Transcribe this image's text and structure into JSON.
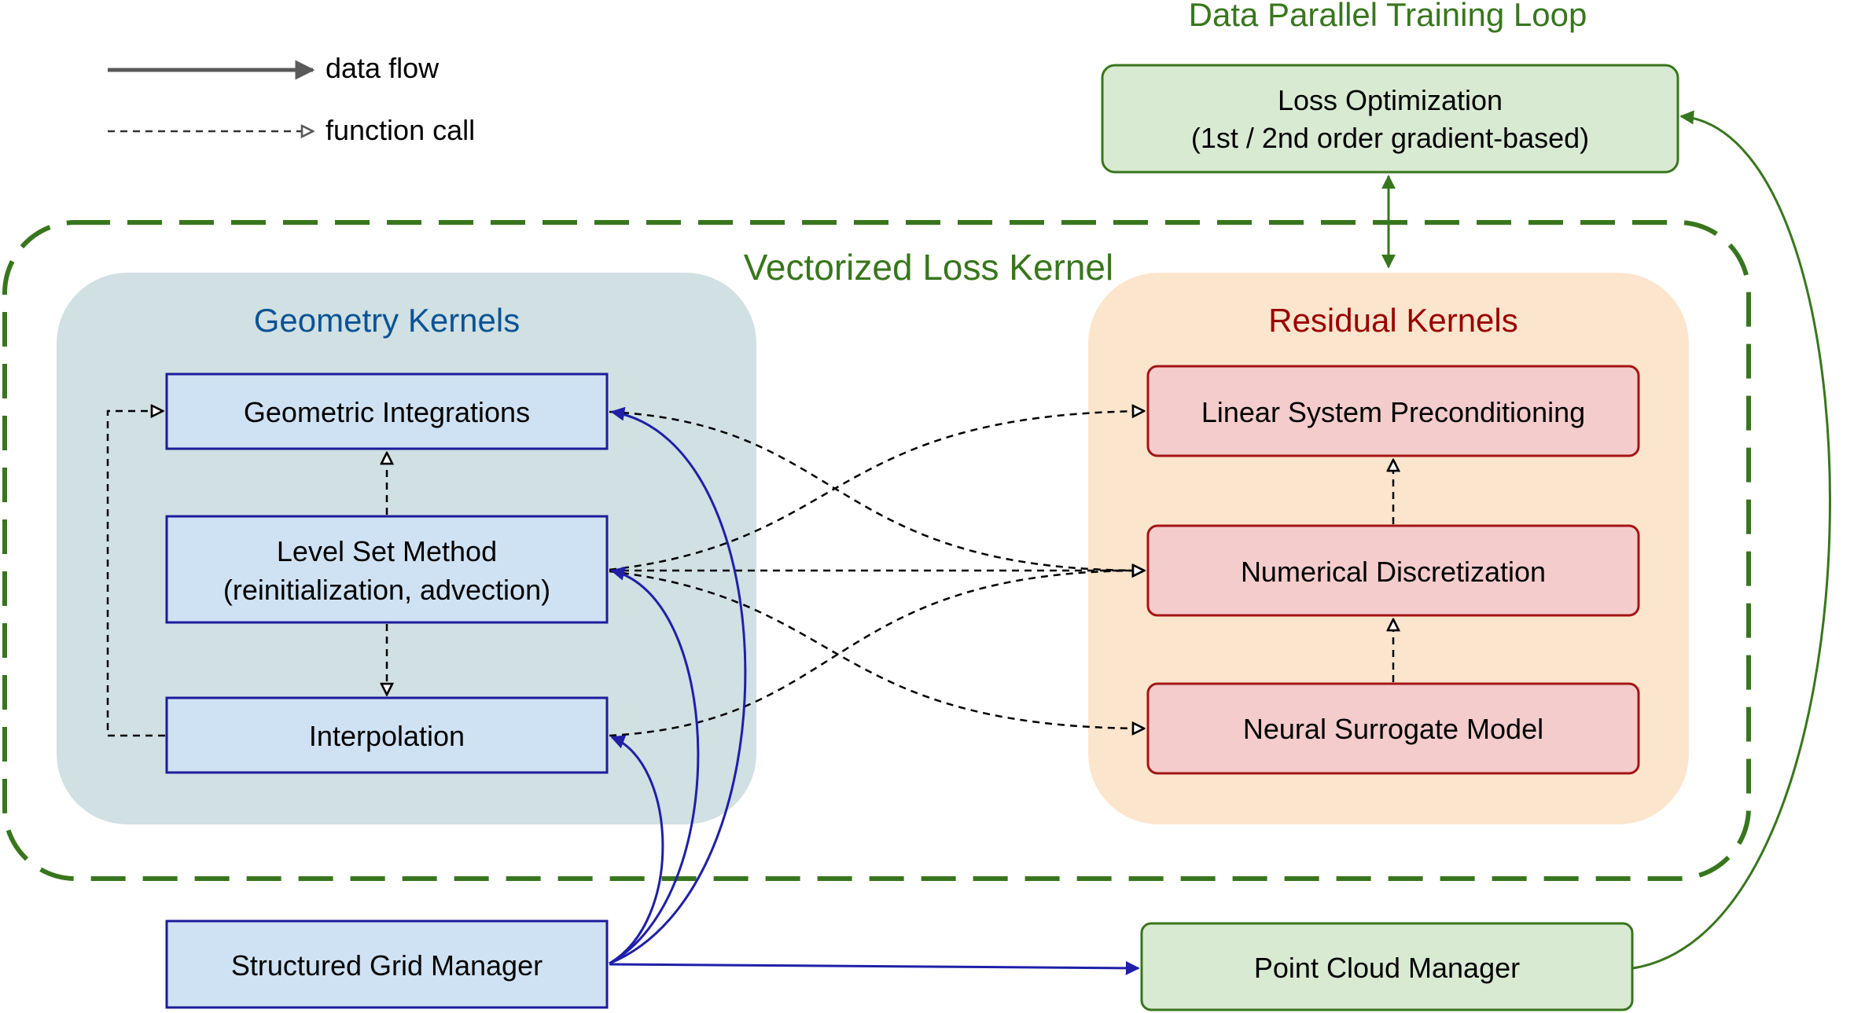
{
  "legend": {
    "data_flow": "data flow",
    "function_call": "function call"
  },
  "titles": {
    "training_loop": "Data Parallel Training Loop",
    "loss_kernel": "Vectorized Loss Kernel",
    "geometry_kernels": "Geometry Kernels",
    "residual_kernels": "Residual Kernels"
  },
  "nodes": {
    "loss_optimization": {
      "line1": "Loss Optimization",
      "line2": "(1st / 2nd order gradient-based)"
    },
    "geometric_integrations": "Geometric Integrations",
    "level_set": {
      "line1": "Level Set Method",
      "line2": "(reinitialization, advection)"
    },
    "interpolation": "Interpolation",
    "linear_system": "Linear System Preconditioning",
    "numerical_discretization": "Numerical Discretization",
    "neural_surrogate": "Neural Surrogate Model",
    "structured_grid": "Structured Grid Manager",
    "point_cloud": "Point Cloud Manager"
  },
  "colors": {
    "green": "#38761d",
    "green_fill": "#d9ead3",
    "blue": "#1f1fa8",
    "blue_box": "#cfe2f3",
    "blue_border": "#1c1c9c",
    "geometry_bg": "#d0e0e3",
    "geometry_title": "#0b5394",
    "residual_bg": "#fce5cd",
    "residual_title": "#990000",
    "red_box": "#f4cccc",
    "red_border": "#a31515",
    "legend_gray": "#595959"
  }
}
